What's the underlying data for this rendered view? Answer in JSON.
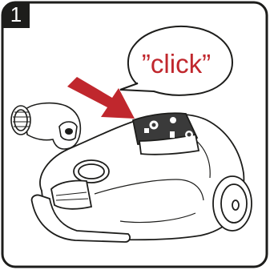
{
  "step": {
    "number": "1"
  },
  "callout": {
    "text": "”click”"
  },
  "colors": {
    "accent": "#c0272d",
    "outline": "#1d1d1b",
    "panel": "#3a3a3a"
  },
  "icons": [
    "hose-connector-icon",
    "insert-direction-arrow",
    "speech-bubble",
    "vacuum-cleaner-illustration"
  ]
}
